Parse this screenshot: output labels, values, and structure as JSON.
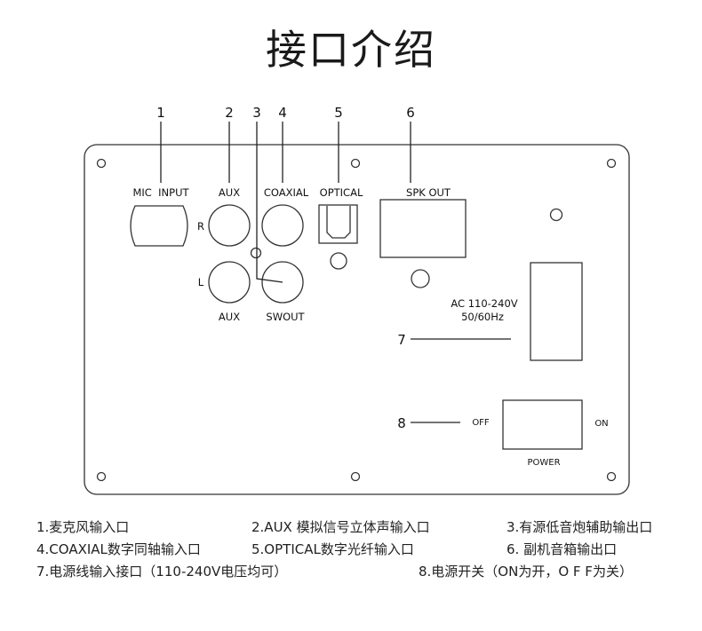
{
  "title": "接口介绍",
  "callouts": {
    "n1": "1",
    "n2": "2",
    "n3": "3",
    "n4": "4",
    "n5": "5",
    "n6": "6",
    "n7": "7",
    "n8": "8"
  },
  "panel": {
    "mic_input": "MIC  INPUT",
    "aux_top": "AUX",
    "coaxial": "COAXIAL",
    "optical": "OPTICAL",
    "spk_out": "SPK OUT",
    "r": "R",
    "l": "L",
    "aux_bottom": "AUX",
    "swout": "SWOUT",
    "ac_line1": "AC 110-240V",
    "ac_line2": "50/60Hz",
    "off": "OFF",
    "on": "ON",
    "power": "POWER"
  },
  "legend": {
    "item1": "1.麦克风输入口",
    "item2": "2.AUX 模拟信号立体声输入口",
    "item3": "3.有源低音炮辅助输出口",
    "item4": "4.COAXIAL数字同轴输入口",
    "item5": "5.OPTICAL数字光纤输入口",
    "item6": "6. 副机音箱输出口",
    "item7": "7.电源线输入接口（110-240V电压均可）",
    "item8": "8.电源开关（ON为开，O F F为关）"
  }
}
